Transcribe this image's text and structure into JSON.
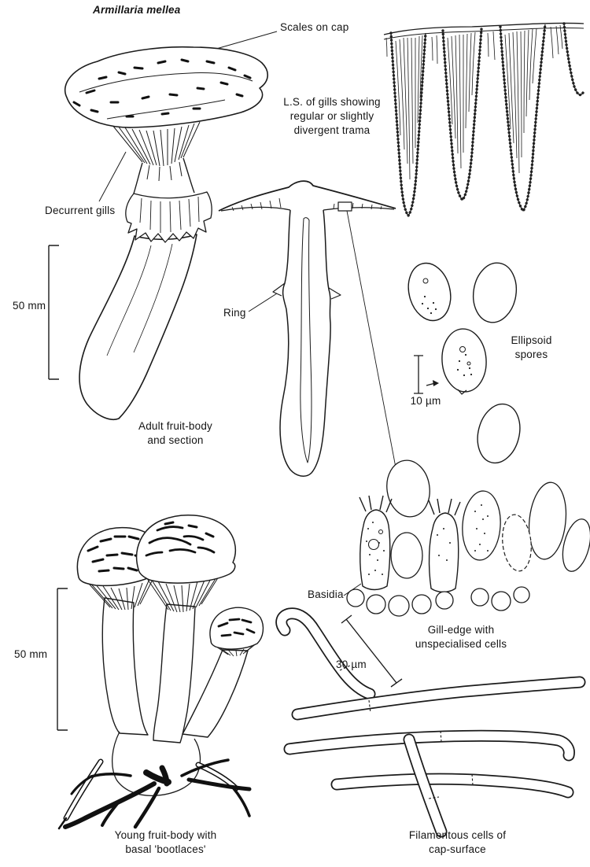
{
  "figure": {
    "title": "Armillaria mellea"
  },
  "labels": {
    "scales_on_cap": "Scales on cap",
    "ls_of_gills": "L.S. of gills showing\nregular or slightly\ndivergent trama",
    "decurrent_gills": "Decurrent gills",
    "ring": "Ring",
    "ellipsoid_spores": "Ellipsoid\nspores",
    "basidia": "Basidia"
  },
  "captions": {
    "adult_fruit_body": "Adult fruit-body\nand section",
    "gill_edge": "Gill-edge with\nunspecialised cells",
    "young_fruit_body": "Young fruit-body with\nbasal 'bootlaces'",
    "filamentous_cells": "Filamentous cells of\ncap-surface"
  },
  "scale_bars": {
    "adult": "50 mm",
    "young": "50 mm",
    "spores": "10 µm",
    "gill_edge": "30 µm"
  },
  "colors": {
    "ink": "#1b1b1b",
    "paper": "#ffffff"
  }
}
